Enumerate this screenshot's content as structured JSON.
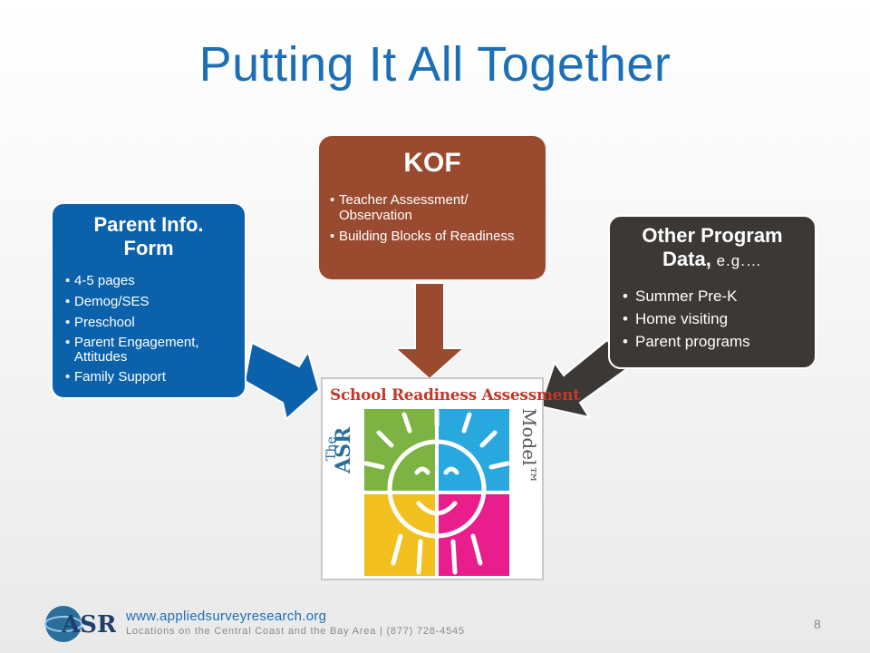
{
  "slide": {
    "title": "Putting It All Together",
    "page_number": "8"
  },
  "parent_form": {
    "title_line1": "Parent Info.",
    "title_line2": "Form",
    "items": [
      "4-5 pages",
      "Demog/SES",
      "Preschool",
      "Parent Engagement, Attitudes",
      "Family Support"
    ],
    "color": "#0b62ab"
  },
  "kof": {
    "title": "KOF",
    "items": [
      "Teacher Assessment/ Observation",
      "Building Blocks of Readiness"
    ],
    "color": "#9a4a2e"
  },
  "other_data": {
    "title_line1": "Other Program",
    "title_line2": "Data,",
    "title_suffix": " e.g.…",
    "items": [
      "Summer Pre-K",
      "Home visiting",
      "Parent programs"
    ],
    "color": "#3b3836"
  },
  "model_logo": {
    "heading": "School Readiness Assessment",
    "side_the": "The",
    "side_asr": "ASR",
    "side_model": "Model™"
  },
  "footer": {
    "logo_text": "ASR",
    "url": "www.appliedsurveyresearch.org",
    "locations": "Locations on the Central Coast and the Bay Area  |  (877) 728-4545"
  }
}
